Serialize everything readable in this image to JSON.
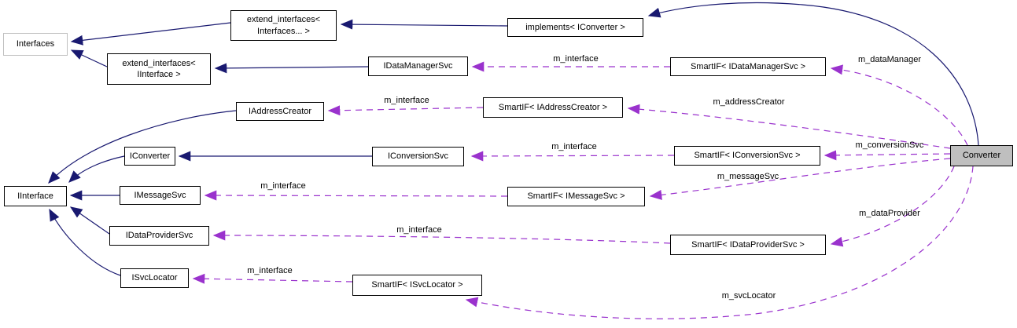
{
  "colors": {
    "background": "#ffffff",
    "inheritance_edge": "#191970",
    "usage_edge": "#9a32cd",
    "node_fill": "#ffffff",
    "node_border": "#000000",
    "muted_node_border": "#c0c0c0",
    "highlight_node_fill": "#bfbfbf",
    "text": "#000000"
  },
  "nodes": {
    "interfaces": {
      "label": "Interfaces"
    },
    "extend_interfaces_variadic": {
      "label": "extend_interfaces<\nInterfaces... >"
    },
    "implements_iconverter": {
      "label": "implements< IConverter >"
    },
    "extend_interfaces_iinterface": {
      "label": "extend_interfaces<\nIInterface >"
    },
    "idatamanagersvc": {
      "label": "IDataManagerSvc"
    },
    "smartif_idatamanagersvc": {
      "label": "SmartIF< IDataManagerSvc >"
    },
    "iaddresscreator": {
      "label": "IAddressCreator"
    },
    "smartif_iaddresscreator": {
      "label": "SmartIF< IAddressCreator >"
    },
    "iconverter": {
      "label": "IConverter"
    },
    "iconversionsvc": {
      "label": "IConversionSvc"
    },
    "smartif_iconversionsvc": {
      "label": "SmartIF< IConversionSvc >"
    },
    "iinterface": {
      "label": "IInterface"
    },
    "imessagesvc": {
      "label": "IMessageSvc"
    },
    "smartif_imessagesvc": {
      "label": "SmartIF< IMessageSvc >"
    },
    "idataprovidersvc": {
      "label": "IDataProviderSvc"
    },
    "smartif_idataprovidersvc": {
      "label": "SmartIF< IDataProviderSvc >"
    },
    "isvclocator": {
      "label": "ISvcLocator"
    },
    "smartif_isvclocator": {
      "label": "SmartIF< ISvcLocator >"
    },
    "converter": {
      "label": "Converter"
    }
  },
  "edge_labels": {
    "m_interface": "m_interface",
    "m_dataManager": "m_dataManager",
    "m_addressCreator": "m_addressCreator",
    "m_conversionSvc": "m_conversionSvc",
    "m_messageSvc": "m_messageSvc",
    "m_dataProvider": "m_dataProvider",
    "m_svcLocator": "m_svcLocator"
  }
}
